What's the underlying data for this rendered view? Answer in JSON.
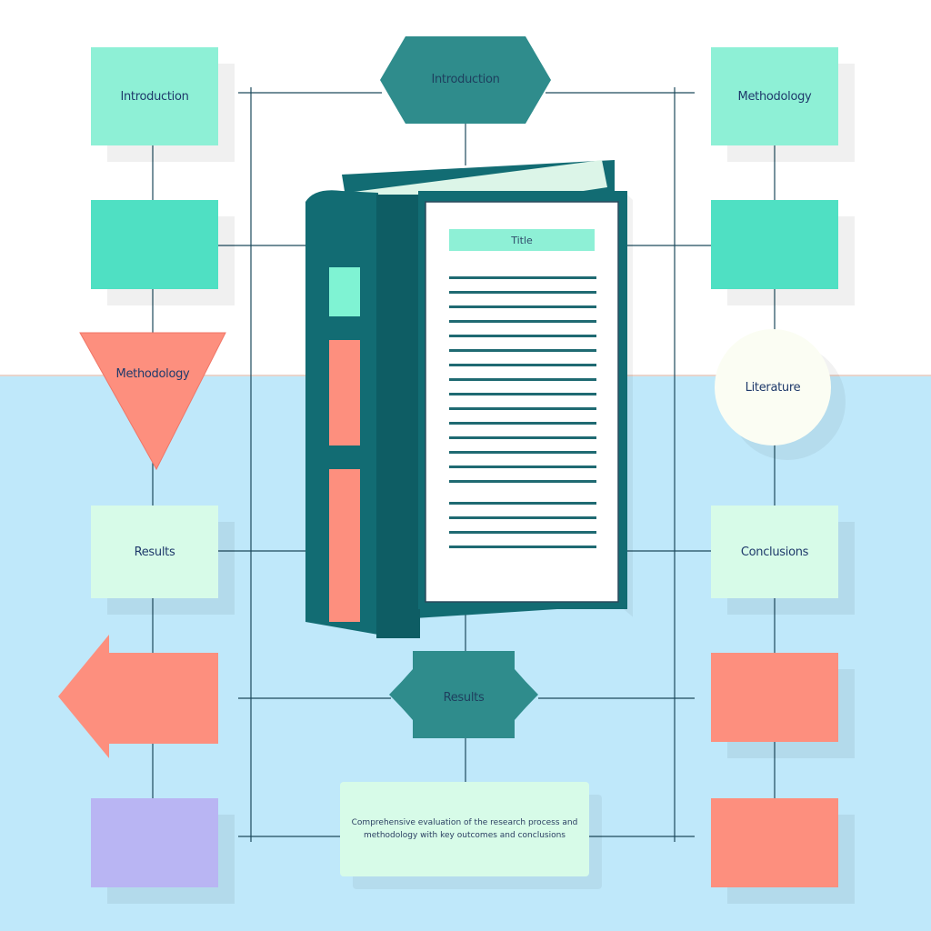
{
  "diagram": {
    "top_center_label": "Introduction",
    "book_page_title": "Title",
    "bottom_center_label": "Results",
    "summary": {
      "line1": "Comprehensive evaluation of the research process and",
      "line2": "methodology with key outcomes and conclusions"
    },
    "left": {
      "top_label": "Introduction",
      "triangle_label": "Methodology",
      "lower_label": "Results"
    },
    "right": {
      "top_label": "Methodology",
      "circle_label": "Literature",
      "lower_label": "Conclusions"
    }
  },
  "colors": {
    "teal_dark": "#2f8c8c",
    "mint": "#8ef0d6",
    "mint_light": "#d7fbe8",
    "aqua": "#4fe0c3",
    "coral": "#fd8f7e",
    "lavender": "#b9b5f3",
    "sky": "#bfe8fa",
    "book_teal": "#126c73"
  }
}
